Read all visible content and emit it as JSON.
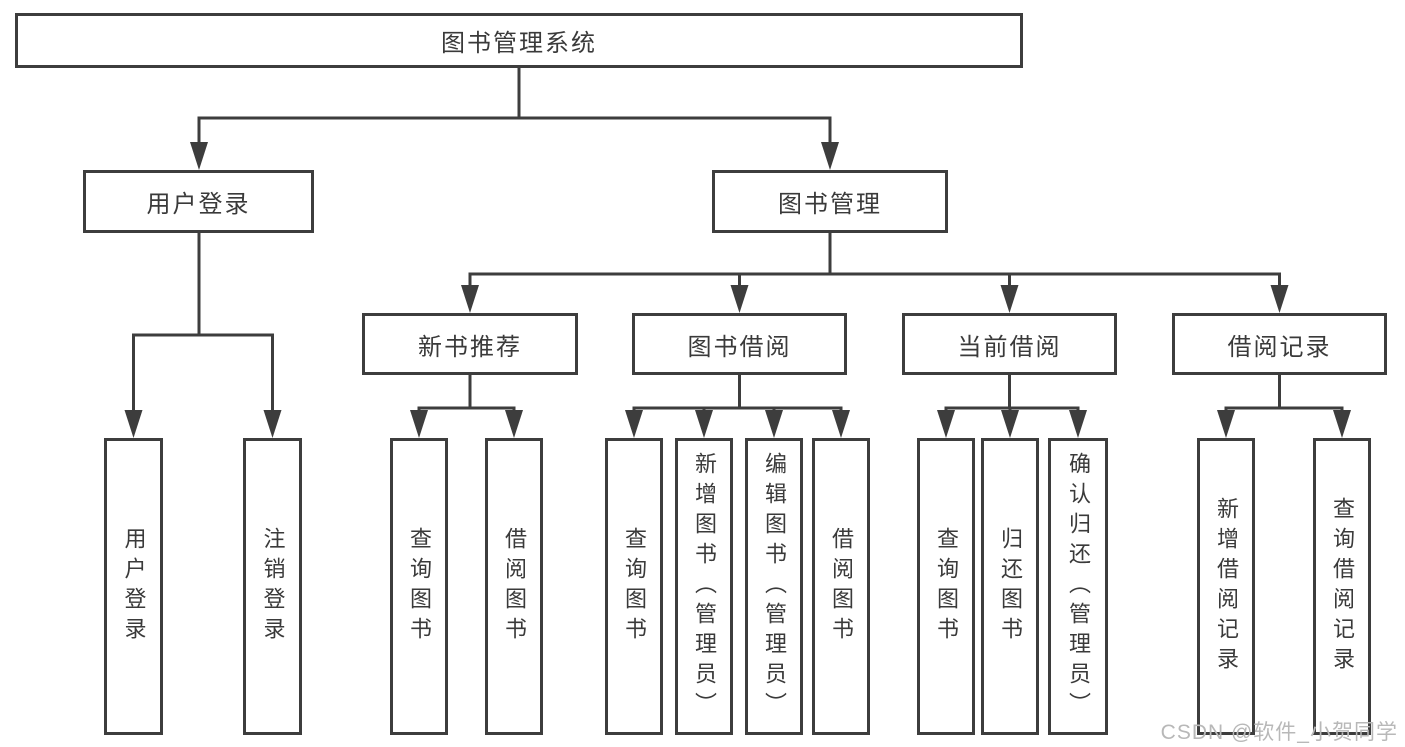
{
  "tree": {
    "root": {
      "label": "图书管理系统"
    },
    "branches": [
      {
        "label": "用户登录",
        "children": [
          {
            "label": "用户登录"
          },
          {
            "label": "注销登录"
          }
        ]
      },
      {
        "label": "图书管理",
        "children": [
          {
            "label": "新书推荐",
            "children": [
              {
                "label": "查询图书"
              },
              {
                "label": "借阅图书"
              }
            ]
          },
          {
            "label": "图书借阅",
            "children": [
              {
                "label": "查询图书"
              },
              {
                "label": "新增图书（管理员）"
              },
              {
                "label": "编辑图书（管理员）"
              },
              {
                "label": "借阅图书"
              }
            ]
          },
          {
            "label": "当前借阅",
            "children": [
              {
                "label": "查询图书"
              },
              {
                "label": "归还图书"
              },
              {
                "label": "确认归还（管理员）"
              }
            ]
          },
          {
            "label": "借阅记录",
            "children": [
              {
                "label": "新增借阅记录"
              },
              {
                "label": "查询借阅记录"
              }
            ]
          }
        ]
      }
    ]
  },
  "watermark": {
    "text": "CSDN @软件_小贺同学",
    "color": "#b8b8b8"
  },
  "colors": {
    "line": "#3d3d3d",
    "text": "#3a3a3a",
    "node_background": "#ffffff",
    "page_background": "#ffffff"
  }
}
